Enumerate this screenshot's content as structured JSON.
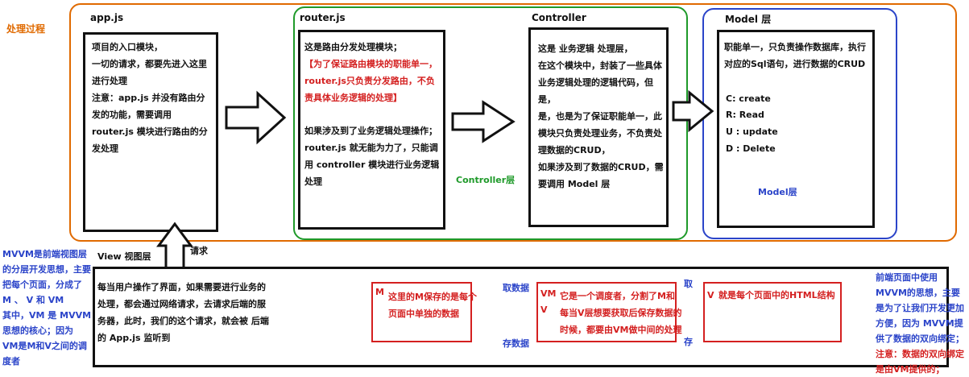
{
  "left_label": "处理过程",
  "app": {
    "title": "app.js",
    "text": "项目的入口模块，\n一切的请求，都要先进入这里\n进行处理\n注意：app.js 并没有路由分\n发的功能，需要调用\nrouter.js 模块进行路由的分\n发处理"
  },
  "router": {
    "title": "router.js",
    "text_intro": "这是路由分发处理模块；",
    "text_red": "【为了保证路由模块的职能单一，\nrouter.js只负责分发路由，不负\n责具体业务逻辑的处理】",
    "text_rest": "如果涉及到了业务逻辑处理操作；\nrouter.js 就无能为力了，只能调\n用 controller 模块进行业务逻辑\n处理"
  },
  "controller": {
    "title": "Controller",
    "text": "这是 业务逻辑 处理层，\n在这个模块中，封装了一些具体\n业务逻辑处理的逻辑代码，但是，\n是，也是为了保证职能单一，此\n模块只负责处理业务，不负责处\n理数据的CRUD，\n如果涉及到了数据的CRUD，需\n要调用 Model 层",
    "layer_label": "Controller层"
  },
  "model": {
    "title": "Model 层",
    "text": "职能单一，只负责操作数据库，执行\n对应的Sql语句，进行数据的CRUD",
    "crud": [
      "C:  create",
      "R: Read",
      "U : update",
      "D : Delete"
    ],
    "layer_label": "Model层"
  },
  "request_label": "请求",
  "view": {
    "title": "View 视图层",
    "text": "每当用户操作了界面，如果需要进行业务的\n处理，都会通过网络请求，去请求后端的服\n务器，此时，我们的这个请求，就会被 后端\n的 App.js 监听到"
  },
  "mvvm_left": "MVVM是前端视图层\n的分层开发思想，主要\n把每个页面，分成了\nM 、 V 和 VM\n其中，VM 是 MVVM\n思想的核心；因为\nVM是M和V之间的调\n度者",
  "m_box": {
    "letter": "M",
    "text": "这里的M保存的是每个\n页面中单独的数据"
  },
  "vm_box": {
    "letter": "VM",
    "letter2": "V",
    "text": "它是一个调度者，分割了M和\n每当V层想要获取后保存数据的\n时候，都要由VM做中间的处理"
  },
  "v_box": {
    "letter": "V",
    "text": "就是每个页面中的HTML结构"
  },
  "arrow_labels": {
    "fetch": "取数据",
    "store": "存数据",
    "fetch2": "取",
    "store2": "存"
  },
  "mvvm_right": "前端页面中使用\nMVVM的思想，主要\n是为了让我们开发更加\n方便，因为 MVVM提\n供了数据的双向绑定；\n注意：数据的双向绑定\n是由VM提供的；",
  "mvvm_right_note_index": 5,
  "colors": {
    "orange": "#e06a00",
    "green": "#1f9a2a",
    "blue": "#2b44c9",
    "red": "#d42020"
  }
}
